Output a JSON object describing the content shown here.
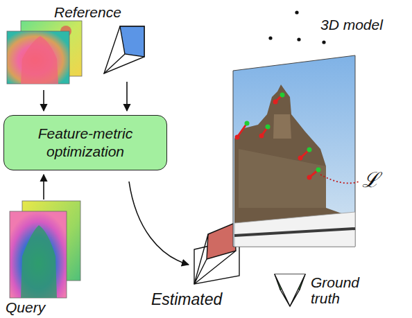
{
  "diagram": {
    "nodes": [
      {
        "text": [
          "Feature-metric optimization"
        ]
      }
    ],
    "labels": [
      "Reference",
      "3D model",
      "Query",
      "Estimated",
      "Ground truth",
      "ℒ"
    ]
  }
}
